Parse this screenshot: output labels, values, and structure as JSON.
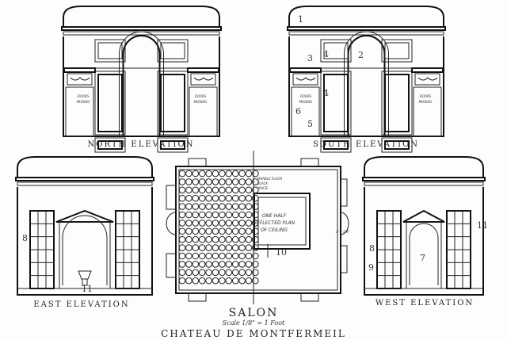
{
  "elevations": {
    "north": {
      "label": "NORTH  ELEVATION",
      "door_note_1": "DOORS",
      "door_note_2": "MISSING"
    },
    "south": {
      "label": "SOUTH  ELEVATION",
      "door_note_1": "DOORS",
      "door_note_2": "MISSING",
      "callouts": [
        "1",
        "4",
        "2",
        "3",
        "4",
        "6",
        "5"
      ]
    },
    "east": {
      "label": "EAST  ELEVATION",
      "callouts": [
        "8",
        "11"
      ]
    },
    "west": {
      "label": "WEST  ELEVATION",
      "callouts": [
        "8",
        "7",
        "9",
        "11"
      ]
    }
  },
  "plan": {
    "floor_note": "MARBLE FLOOR",
    "black": "BLACK",
    "white": "WHITE",
    "ceiling_note": [
      "ONE HALF",
      "REFLECTED PLAN",
      "OF CEILING"
    ],
    "callout": "10",
    "dimension": "1'-4 1/4\""
  },
  "title": {
    "name": "SALON",
    "scale": "Scale 1/8\" = 1 Foot",
    "subtitle": "CHATEAU DE MONTFERMEIL"
  }
}
